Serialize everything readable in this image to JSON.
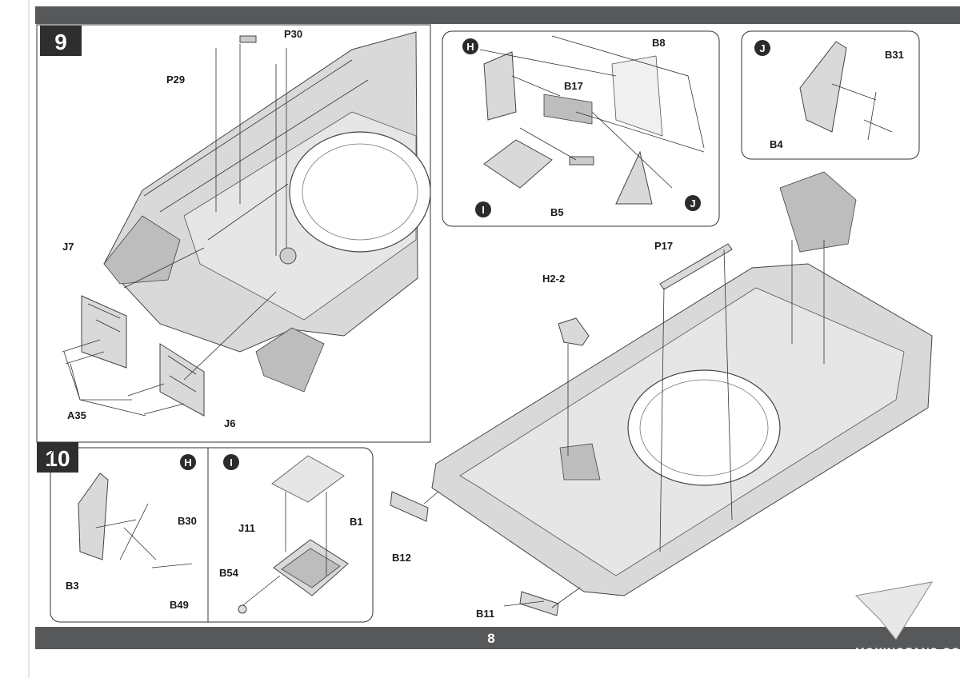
{
  "page": {
    "number": "8",
    "watermark": "MOXINGFANS.COM"
  },
  "step9": {
    "number": "9",
    "labels": {
      "p30": "P30",
      "p29": "P29",
      "j7": "J7",
      "a35": "A35",
      "j6": "J6"
    }
  },
  "step10": {
    "number": "10",
    "panel_h": {
      "marker": "H",
      "b30": "B30",
      "b3": "B3",
      "b49": "B49"
    },
    "panel_i": {
      "marker": "I",
      "j11": "J11",
      "b1": "B1",
      "b54": "B54"
    }
  },
  "subassembly_hi": {
    "marker_h": "H",
    "marker_i": "I",
    "marker_j": "J",
    "b8": "B8",
    "b17": "B17",
    "b5": "B5"
  },
  "subassembly_j": {
    "marker": "J",
    "b31": "B31",
    "b4": "B4"
  },
  "hull": {
    "p17": "P17",
    "h2_2": "H2-2",
    "b12": "B12",
    "b11": "B11"
  },
  "colors": {
    "band": "#57585a",
    "marker": "#2b2b2b",
    "part_fill": "#d9d9d9",
    "outline": "#444444"
  }
}
